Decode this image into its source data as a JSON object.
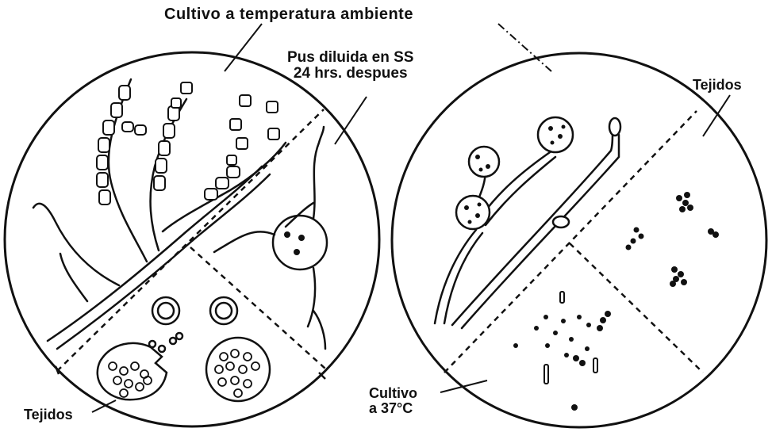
{
  "labels": {
    "top": "Cultivo a temperatura ambiente",
    "pus_line1": "Pus diluida en SS",
    "pus_line2": "24 hrs. despues",
    "tejidos_right": "Tejidos",
    "tejidos_left": "Tejidos",
    "cultivo37_line1": "Cultivo",
    "cultivo37_line2": "a 37°C"
  },
  "colors": {
    "ink": "#111111",
    "paper": "#ffffff"
  }
}
